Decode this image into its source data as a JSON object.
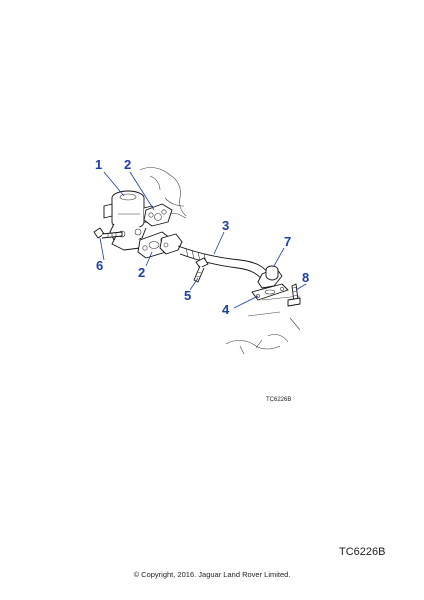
{
  "diagram": {
    "callouts": [
      {
        "id": "c1",
        "label": "1"
      },
      {
        "id": "c2a",
        "label": "2"
      },
      {
        "id": "c2b",
        "label": "2"
      },
      {
        "id": "c3",
        "label": "3"
      },
      {
        "id": "c4",
        "label": "4"
      },
      {
        "id": "c5",
        "label": "5"
      },
      {
        "id": "c6",
        "label": "6"
      },
      {
        "id": "c7",
        "label": "7"
      },
      {
        "id": "c8",
        "label": "8"
      }
    ],
    "callout_color": "#1a3fa8",
    "small_reference": "TC6226B"
  },
  "footer": {
    "reference_code": "TC6226B",
    "copyright": "© Copyright, 2016. Jaguar Land Rover Limited."
  }
}
